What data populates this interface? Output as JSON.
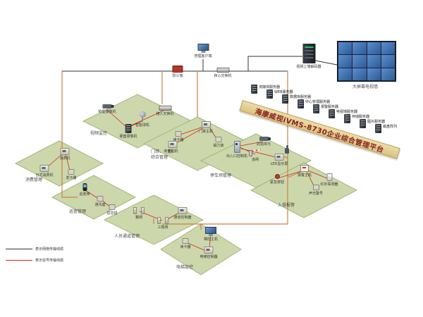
{
  "banner": {
    "text": "海康威视iVMS-8730企业综合管理平台"
  },
  "top": {
    "client": "管理客户端",
    "firewall": "防火墙",
    "core_switch": "核心交换机",
    "decoder": "视频上墙解码器",
    "video_wall": "大屏幕电视墙"
  },
  "servers": [
    {
      "label": "流媒体服务器"
    },
    {
      "label": "WEB服务器"
    },
    {
      "label": "数据库服务器"
    },
    {
      "label": "中心管理服务器"
    },
    {
      "label": "报警服务器"
    },
    {
      "label": "电视墙服务器"
    },
    {
      "label": "存储服务器"
    },
    {
      "label": "图片服务器"
    },
    {
      "label": "磁盘阵列"
    }
  ],
  "zones": [
    {
      "label": "视频监控",
      "devices": [
        {
          "label": "枪型摄像机"
        },
        {
          "label": "智能球机"
        },
        {
          "label": "接入交换机"
        },
        {
          "label": "硬盘录像机"
        }
      ]
    },
    {
      "label": "门禁、考勤、综合管理",
      "devices": [
        {
          "label": "门禁主机"
        },
        {
          "label": "读卡器"
        },
        {
          "label": "考勤机"
        },
        {
          "label": "磁力锁"
        }
      ]
    },
    {
      "label": "停车场管理",
      "devices": [
        {
          "label": "出入口控制机"
        },
        {
          "label": "道闸"
        },
        {
          "label": "抓拍单元"
        },
        {
          "label": "LED显示屏"
        }
      ]
    },
    {
      "label": "消费管理",
      "devices": [
        {
          "label": "消费机"
        },
        {
          "label": "台式消费机"
        },
        {
          "label": "发卡器"
        }
      ]
    },
    {
      "label": "巡查管理",
      "devices": [
        {
          "label": "巡更棒"
        },
        {
          "label": "通讯座"
        },
        {
          "label": "信息钮"
        }
      ]
    },
    {
      "label": "人员通道管理",
      "devices": [
        {
          "label": "翼闸"
        },
        {
          "label": "三辊闸"
        },
        {
          "label": "通道控制器"
        }
      ]
    },
    {
      "label": "电梯层控",
      "devices": [
        {
          "label": "梯控主机"
        },
        {
          "label": "读卡器"
        },
        {
          "label": "电梯控制器"
        }
      ]
    },
    {
      "label": "入侵报警",
      "devices": [
        {
          "label": "紧急按钮"
        },
        {
          "label": "报警主机"
        },
        {
          "label": "红外探测器"
        },
        {
          "label": "声光警号"
        }
      ]
    }
  ],
  "legend": [
    {
      "text": "表示网络传输线缆"
    },
    {
      "text": "表示信号传输线缆"
    }
  ]
}
